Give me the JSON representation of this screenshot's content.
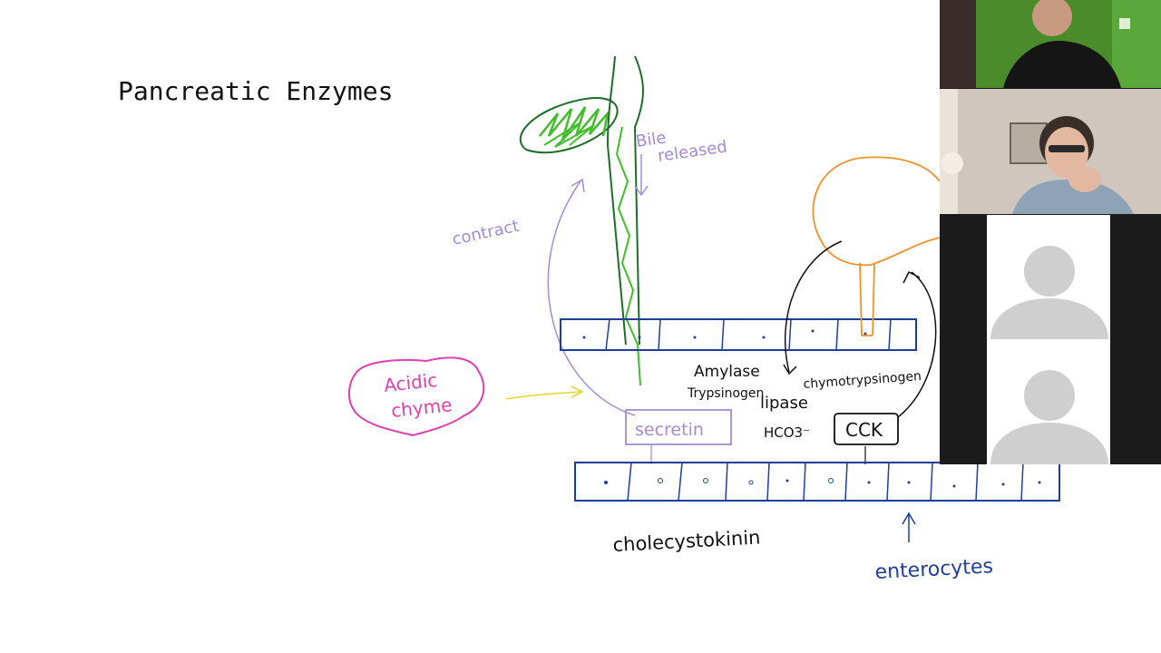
{
  "whiteboard": {
    "title": "Pancreatic Enzymes",
    "labels": {
      "bile_released_1": "Bile",
      "bile_released_2": "released",
      "contract": "contract",
      "acidic": "Acidic",
      "chyme": "chyme",
      "secretin": "secretin",
      "amylase": "Amylase",
      "trypsinogen": "Trypsinogen",
      "lipase": "lipase",
      "chymotrypsinogen": "chymotrypsinogen",
      "hco3": "HCO3⁻",
      "cck": "CCK",
      "cholecystokinin": "cholecystokinin",
      "enterocytes": "enterocytes"
    },
    "colors": {
      "ink": "#111111",
      "gallbladder": "#3fbf2a",
      "duct_dark": "#1e6e2a",
      "purple": "#a58ad6",
      "magenta": "#e040b0",
      "yellow": "#e6d62a",
      "orange": "#f0922a",
      "blue": "#1f3f9a"
    }
  },
  "participants": [
    {
      "id": "presenter",
      "type": "video",
      "background": "#4a8c2a"
    },
    {
      "id": "student",
      "type": "video",
      "background": "#cfc7bd"
    },
    {
      "id": "guest-1",
      "type": "avatar",
      "icon": "person-icon"
    },
    {
      "id": "guest-2",
      "type": "avatar",
      "icon": "person-icon"
    }
  ]
}
